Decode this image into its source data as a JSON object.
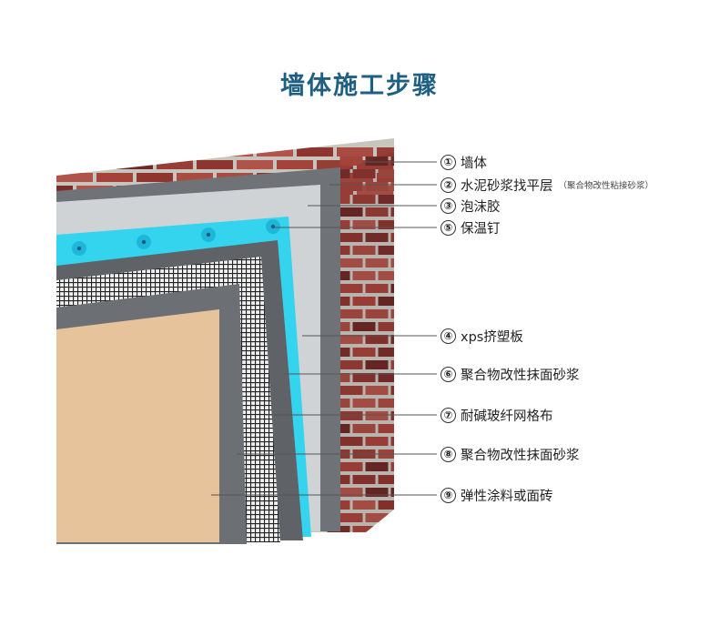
{
  "title": "墙体施工步骤",
  "layers": [
    {
      "num": "①",
      "text": "墙体",
      "note": ""
    },
    {
      "num": "②",
      "text": "水泥砂浆找平层",
      "note": "（聚合物改性粘接砂浆）"
    },
    {
      "num": "③",
      "text": "泡沫胶",
      "note": ""
    },
    {
      "num": "⑤",
      "text": "保温钉",
      "note": ""
    },
    {
      "num": "④",
      "text": "xps挤塑板",
      "note": ""
    },
    {
      "num": "⑥",
      "text": "聚合物改性抹面砂浆",
      "note": ""
    },
    {
      "num": "⑦",
      "text": "耐碱玻纤网格布",
      "note": ""
    },
    {
      "num": "⑧",
      "text": "聚合物改性抹面砂浆",
      "note": ""
    },
    {
      "num": "⑨",
      "text": "弹性涂料或面砖",
      "note": ""
    }
  ],
  "colors": {
    "title": "#1f5f82",
    "brick": "#9b3a33",
    "mortar": "#c9c4be",
    "leveling": "#6f7378",
    "foam_glue": "#cfd3d6",
    "xps": "#35d4ee",
    "render": "#5f6368",
    "mesh": "#2a2a2a",
    "finish": "#e7c39c"
  }
}
